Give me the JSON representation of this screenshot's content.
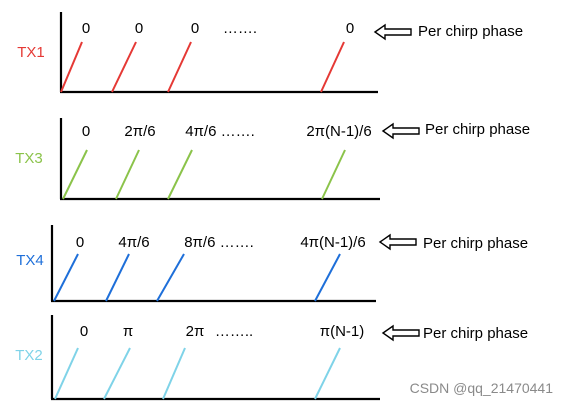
{
  "panels": [
    {
      "label": "TX1",
      "color": "#e53935",
      "phases": [
        "0",
        "0",
        "0",
        "…….",
        "0"
      ],
      "caption": "Per chirp phase"
    },
    {
      "label": "TX3",
      "color": "#8bc34a",
      "phases": [
        "0",
        "2π/6",
        "4π/6 …….",
        "2π(N-1)/6"
      ],
      "caption": "Per chirp phase"
    },
    {
      "label": "TX4",
      "color": "#1e6fd9",
      "phases": [
        "0",
        "4π/6",
        "8π/6 …….",
        "4π(N-1)/6"
      ],
      "caption": "Per chirp phase"
    },
    {
      "label": "TX2",
      "color": "#7fd3e8",
      "phases": [
        "0",
        "π",
        "2π",
        "……..",
        "π(N-1)"
      ],
      "caption": "Per chirp phase"
    }
  ],
  "watermark": "CSDN @qq_21470441",
  "axis_color": "#000000",
  "arrow_icon": "hollow-left-arrow-icon"
}
